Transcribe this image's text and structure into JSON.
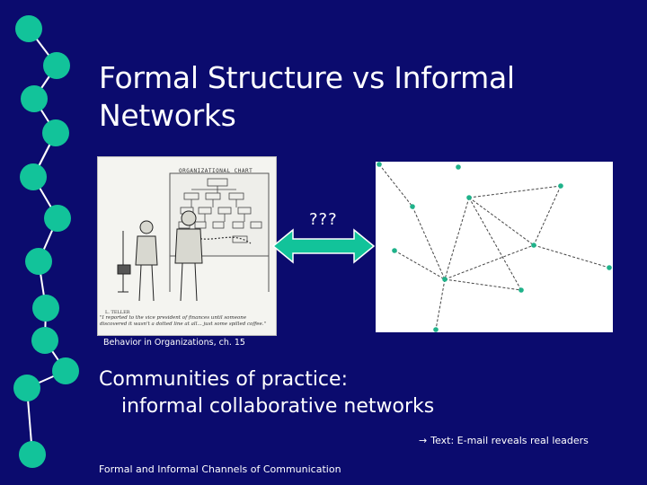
{
  "slide": {
    "title_line1": "Formal Structure vs Informal",
    "title_line2": "Networks",
    "question": "???",
    "cartoon_caption": "Behavior in Organizations, ch. 15",
    "cartoon": {
      "chart_title": "ORGANIZATIONAL CHART",
      "signature": "L. TELLER",
      "caption_text": "\"I reported to the vice president of finances until someone discovered it wasn't a dotted line at all... just some spilled coffee.\""
    },
    "section_heading_line1": "Communities of practice:",
    "section_heading_line2": "informal collaborative networks",
    "note_arrow": "→",
    "note_text": "Text: E-mail reveals real leaders",
    "footer": "Formal and Informal Channels of Communication"
  },
  "colors": {
    "background": "#0b0b6e",
    "chain_node": "#12c39a",
    "text": "#ffffff",
    "network_node": "#1fb28a",
    "network_edge": "#444444"
  }
}
